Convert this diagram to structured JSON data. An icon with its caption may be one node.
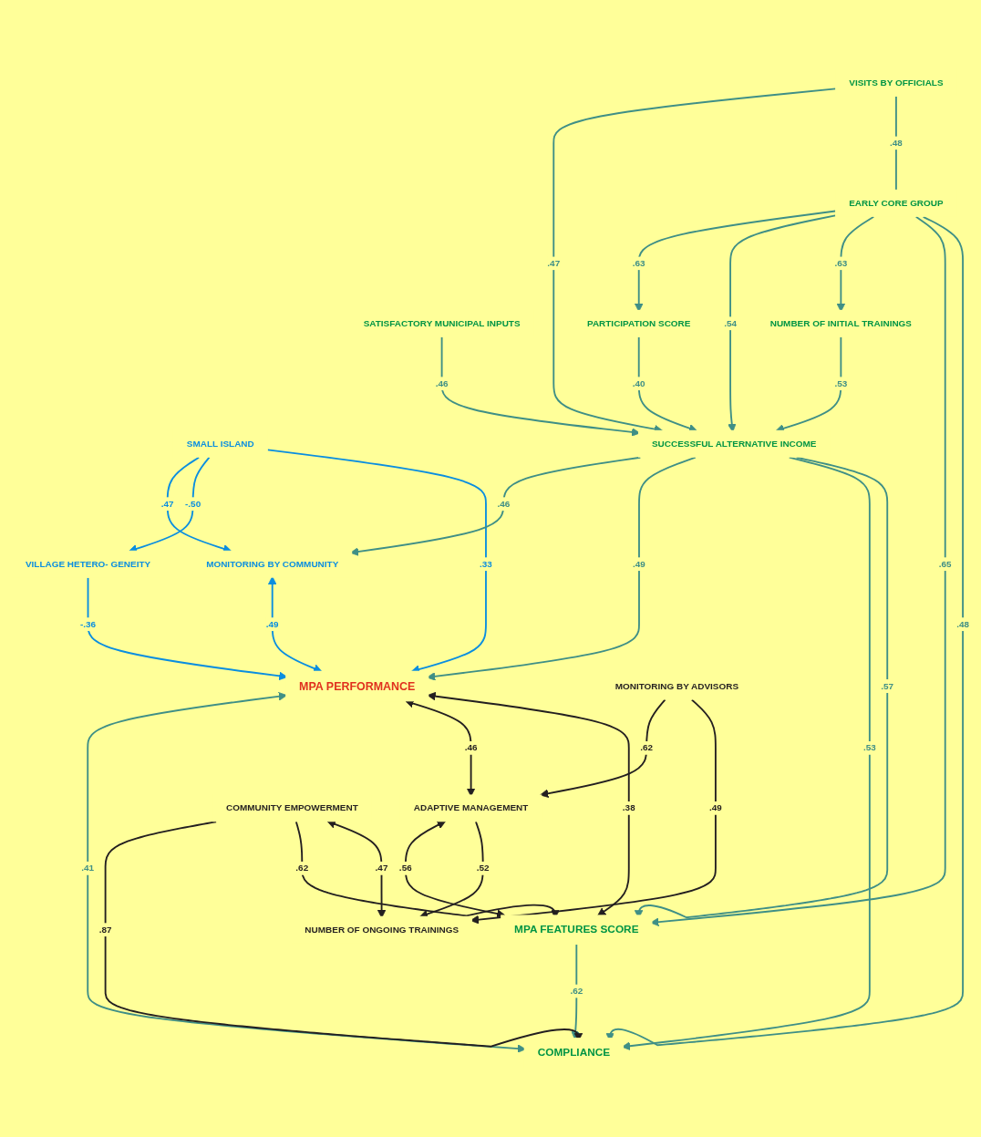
{
  "diagram": {
    "nodes": [
      {
        "text": [
          "SMALL ISLAND"
        ]
      },
      {
        "text": [
          "VISITS BY OFFICIALS"
        ]
      },
      {
        "text": [
          "SATISFACTORY MUNICIPAL INPUTS"
        ]
      },
      {
        "text": [
          "PARTICIPATION SCORE"
        ]
      },
      {
        "text": [
          "SUCCESSFUL ALTERNATIVE INCOME"
        ]
      },
      {
        "text": [
          "EARLY CORE GROUP"
        ]
      },
      {
        "text": [
          "MONITORING BY COMMUNITY"
        ]
      },
      {
        "text": [
          "VILLAGE HETERO- GENEITY"
        ]
      },
      {
        "text": [
          "NUMBER OF INITIAL TRAININGS"
        ]
      },
      {
        "text": [
          "MPA PERFORMANCE"
        ]
      },
      {
        "text": [
          "MPA FEATURES SCORE"
        ]
      },
      {
        "text": [
          "ADAPTIVE MANAGEMENT"
        ]
      },
      {
        "text": [
          "COMPLIANCE"
        ]
      },
      {
        "text": [
          "MONITORING BY ADVISORS"
        ]
      },
      {
        "text": [
          "COMMUNITY EMPOWERMENT"
        ]
      },
      {
        "text": [
          "NUMBER OF ONGOING TRAININGS"
        ]
      }
    ],
    "edges": [
      {
        "from": 0,
        "to": 6,
        "arrow": "to",
        "label": ".47",
        "color": "#0a8ee0"
      },
      {
        "from": 0,
        "to": 7,
        "arrow": "to",
        "label": "-.50",
        "color": "#0a8ee0"
      },
      {
        "from": 0,
        "to": 9,
        "arrow": "to",
        "label": ".33",
        "color": "#0a8ee0"
      },
      {
        "from": 1,
        "to": 4,
        "arrow": "to",
        "label": ".47"
      },
      {
        "from": 1,
        "to": 5,
        "arrow": "none",
        "label": ".48"
      },
      {
        "from": 2,
        "to": 4,
        "arrow": "to",
        "label": ".46"
      },
      {
        "from": 3,
        "to": 4,
        "arrow": "to",
        "label": ".40"
      },
      {
        "from": 5,
        "to": 3,
        "arrow": "to",
        "label": ".63"
      },
      {
        "from": 5,
        "to": 4,
        "arrow": "to",
        "label": ".54"
      },
      {
        "from": 4,
        "to": 6,
        "arrow": "to",
        "label": ".46"
      },
      {
        "from": 7,
        "to": 9,
        "arrow": "to",
        "label": "-.36",
        "color": "#0a8ee0"
      },
      {
        "from": 6,
        "to": 9,
        "arrow": "both",
        "label": ".49",
        "color": "#0a8ee0"
      },
      {
        "from": 4,
        "to": 9,
        "arrow": "to",
        "label": ".49"
      },
      {
        "from": 8,
        "to": 4,
        "arrow": "to",
        "label": ".53"
      },
      {
        "from": 5,
        "to": 8,
        "arrow": "to",
        "label": ".63"
      },
      {
        "from": 5,
        "to": 10,
        "arrow": "to",
        "label": ".65"
      },
      {
        "from": 4,
        "to": 12,
        "arrow": "to",
        "label": ".53"
      },
      {
        "from": 4,
        "to": 10,
        "arrow": "to",
        "label": ".57"
      },
      {
        "from": 5,
        "to": 12,
        "arrow": "to",
        "label": ".48"
      },
      {
        "from": 9,
        "to": 12,
        "arrow": "both",
        "label": ".41"
      },
      {
        "from": 10,
        "to": 12,
        "arrow": "to",
        "label": ".62"
      },
      {
        "from": 9,
        "to": 11,
        "arrow": "both",
        "label": ".46",
        "color": "#231f20"
      },
      {
        "from": 9,
        "to": 10,
        "arrow": "both",
        "label": ".38",
        "color": "#231f20"
      },
      {
        "from": 11,
        "to": 10,
        "arrow": "both",
        "label": ".56",
        "color": "#231f20"
      },
      {
        "from": 14,
        "to": 12,
        "arrow": "to",
        "label": ".87",
        "color": "#231f20"
      },
      {
        "from": 14,
        "to": 10,
        "arrow": "to",
        "label": ".62",
        "color": "#231f20"
      },
      {
        "from": 13,
        "to": 11,
        "arrow": "to",
        "label": ".62",
        "color": "#231f20"
      },
      {
        "from": 11,
        "to": 15,
        "arrow": "to",
        "label": ".52",
        "color": "#231f20"
      },
      {
        "from": 13,
        "to": 15,
        "arrow": "to",
        "label": ".49",
        "color": "#231f20"
      },
      {
        "from": 14,
        "to": 15,
        "arrow": "both",
        "label": ".47",
        "color": "#231f20"
      }
    ]
  }
}
